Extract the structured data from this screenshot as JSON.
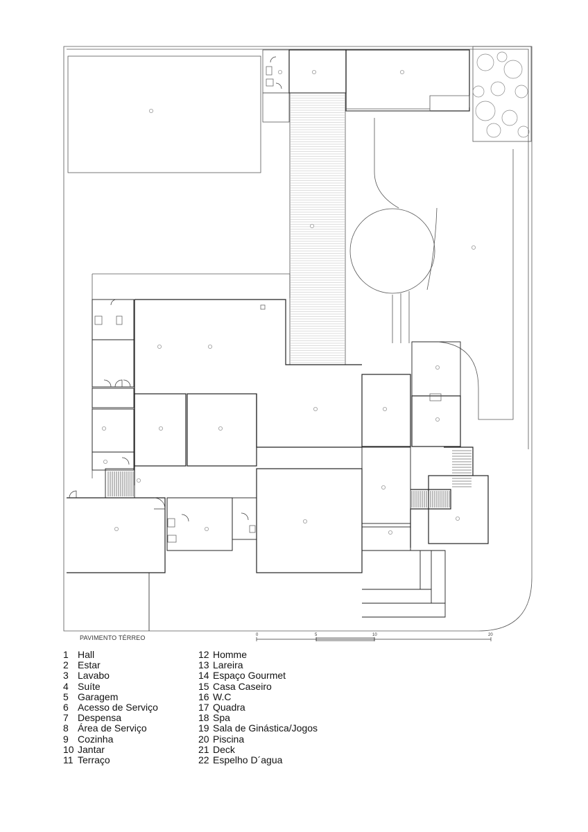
{
  "drawing": {
    "title": "PAVIMENTO TÉRREO",
    "scale_labels": [
      "0",
      "5",
      "10",
      "20"
    ]
  },
  "legend": {
    "left": [
      {
        "num": "1",
        "label": "Hall"
      },
      {
        "num": "2",
        "label": "Estar"
      },
      {
        "num": "3",
        "label": "Lavabo"
      },
      {
        "num": "4",
        "label": "Suíte"
      },
      {
        "num": "5",
        "label": "Garagem"
      },
      {
        "num": "6",
        "label": "Acesso de Serviço"
      },
      {
        "num": "7",
        "label": "Despensa"
      },
      {
        "num": "8",
        "label": "Área de Serviço"
      },
      {
        "num": "9",
        "label": "Cozinha"
      },
      {
        "num": "10",
        "label": "Jantar"
      },
      {
        "num": "11",
        "label": "Terraço"
      }
    ],
    "right": [
      {
        "num": "12",
        "label": "Homme"
      },
      {
        "num": "13",
        "label": "Lareira"
      },
      {
        "num": "14",
        "label": "Espaço Gourmet"
      },
      {
        "num": "15",
        "label": "Casa Caseiro"
      },
      {
        "num": "16",
        "label": "W.C"
      },
      {
        "num": "17",
        "label": "Quadra"
      },
      {
        "num": "18",
        "label": "Spa"
      },
      {
        "num": "19",
        "label": "Sala de Ginástica/Jogos"
      },
      {
        "num": "20",
        "label": "Piscina"
      },
      {
        "num": "21",
        "label": "Deck"
      },
      {
        "num": "22",
        "label": "Espelho D´agua"
      }
    ]
  },
  "colors": {
    "line": "#555555",
    "wall": "#222222",
    "marker": "#999999",
    "landscape": "#888888"
  }
}
